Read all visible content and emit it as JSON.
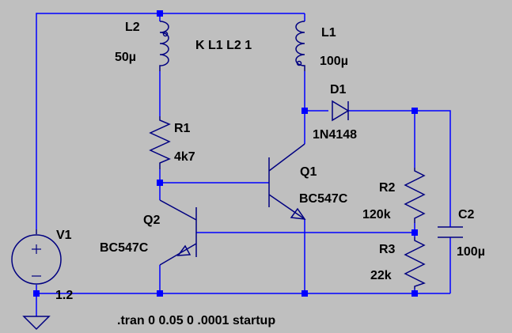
{
  "components": {
    "L2": {
      "name": "L2",
      "value": "50µ"
    },
    "L1": {
      "name": "L1",
      "value": "100µ"
    },
    "D1": {
      "name": "D1",
      "value": "1N4148"
    },
    "R1": {
      "name": "R1",
      "value": "4k7"
    },
    "Q1": {
      "name": "Q1",
      "value": "BC547C"
    },
    "Q2": {
      "name": "Q2",
      "value": "BC547C"
    },
    "R2": {
      "name": "R2",
      "value": "120k"
    },
    "R3": {
      "name": "R3",
      "value": "22k"
    },
    "C2": {
      "name": "C2",
      "value": "100µ"
    },
    "V1": {
      "name": "V1",
      "value": "1.2"
    }
  },
  "directives": {
    "coupling": "K L1 L2 1",
    "tran": ".tran 0 0.05 0 .0001 startup"
  },
  "colors": {
    "background": "#bfbfbf",
    "wire": "#0000ff",
    "junction": "#0000ff",
    "component": "#000080",
    "text": "#000000"
  }
}
